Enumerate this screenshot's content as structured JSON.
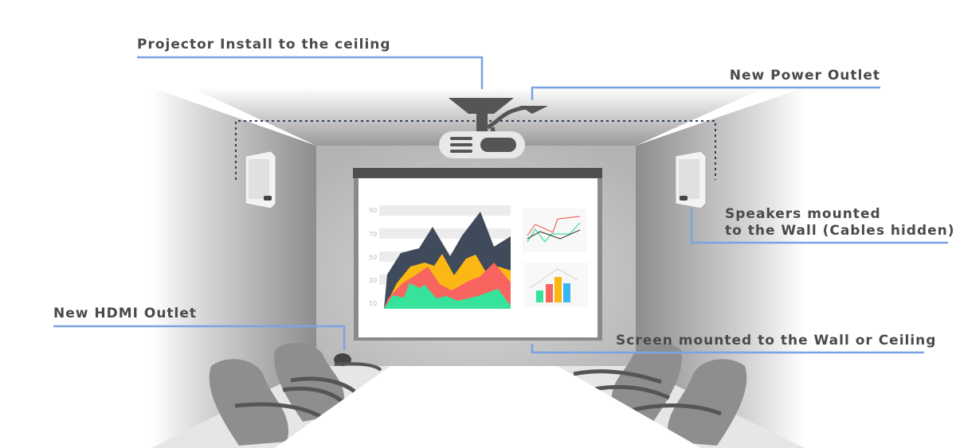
{
  "labels": {
    "projector": "Projector Install to the ceiling",
    "power_outlet": "New Power Outlet",
    "speakers_line1": "Speakers mounted",
    "speakers_line2": "to the Wall (Cables hidden)",
    "hdmi": "New HDMI Outlet",
    "screen": "Screen mounted to the Wall or Ceiling"
  },
  "screen_chart": {
    "y_ticks": [
      "90",
      "70",
      "50",
      "30",
      "10"
    ]
  },
  "colors": {
    "callout_line": "#7ba3e3",
    "area_dark": "#3f4b5a",
    "area_yellow": "#fbb814",
    "area_red": "#f86560",
    "area_green": "#35e39a",
    "bar_blue": "#3ab6f3"
  }
}
